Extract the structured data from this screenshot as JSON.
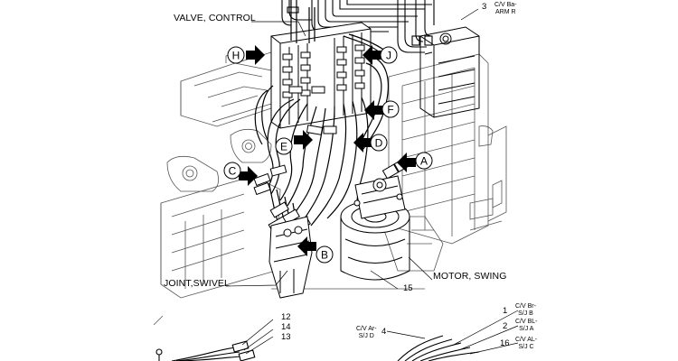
{
  "labels": {
    "valve_control": "VALVE, CONTROL",
    "motor_swing": "MOTOR, SWING",
    "joint_swivel": "JOINT,SWIVEL"
  },
  "callouts": [
    "A",
    "B",
    "C",
    "D",
    "E",
    "F",
    "H",
    "J"
  ],
  "part_numbers": {
    "p3": "3",
    "p15": "15",
    "p12": "12",
    "p14": "14",
    "p13": "13",
    "p4": "4",
    "p1": "1",
    "p2": "2",
    "p16": "16"
  },
  "small_labels": {
    "cv_ba_arm_r_1": "C/V Ba-",
    "cv_ba_arm_r_2": "ARM R",
    "cv_br_sj_b_1": "C/V Br-",
    "cv_br_sj_b_2": "S/J B",
    "cv_bl_sj_a_1": "C/V BL-",
    "cv_bl_sj_a_2": "S/J A",
    "cv_al_sj_c_1": "C/V AL-",
    "cv_al_sj_c_2": "S/J C",
    "cv_ar_sj_d_1": "C/V Ar-",
    "cv_ar_sj_d_2": "S/J D"
  }
}
